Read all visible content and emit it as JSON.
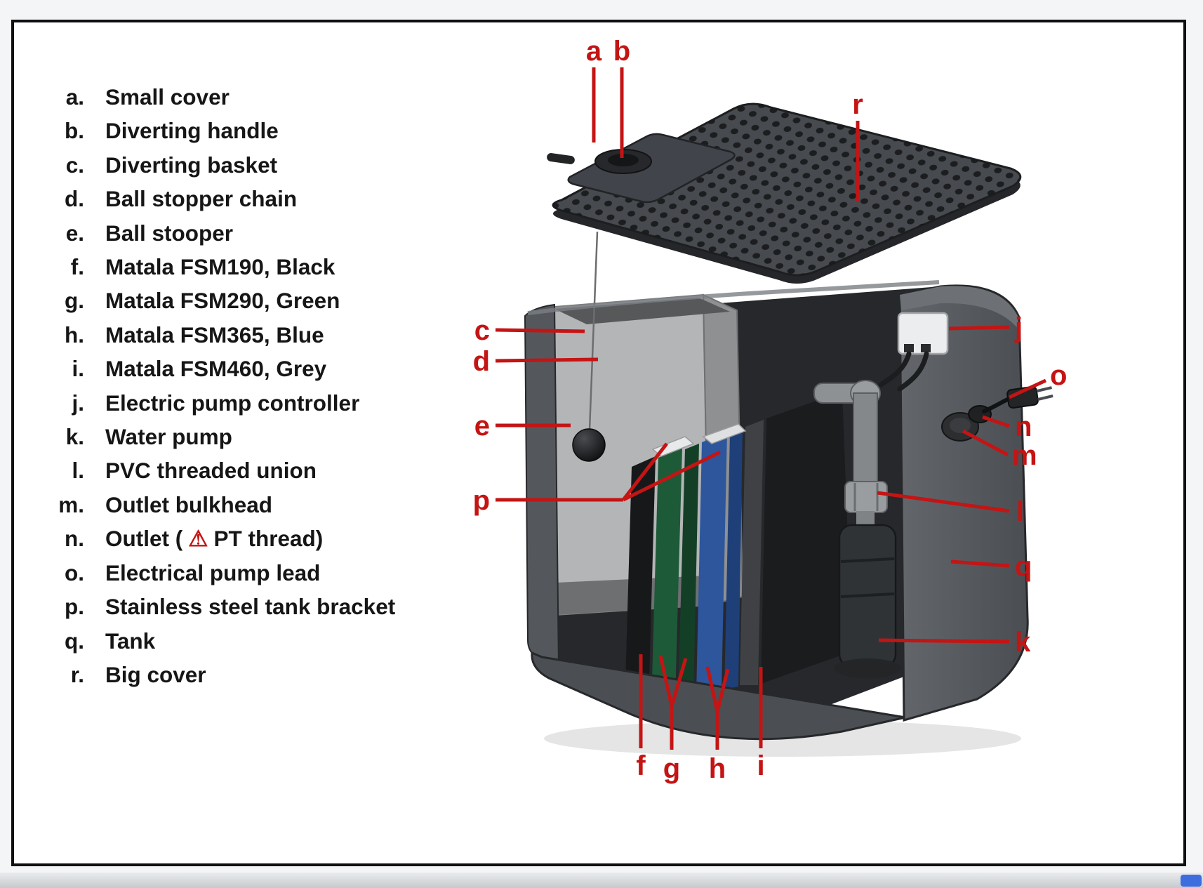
{
  "page": {
    "background": "#ffffff",
    "accent_red": "#c41414"
  },
  "legend": {
    "items": [
      {
        "key": "a.",
        "label": "Small cover"
      },
      {
        "key": "b.",
        "label": "Diverting handle"
      },
      {
        "key": "c.",
        "label": "Diverting basket"
      },
      {
        "key": "d.",
        "label": "Ball stopper chain"
      },
      {
        "key": "e.",
        "label": "Ball stooper"
      },
      {
        "key": "f.",
        "label": "Matala FSM190, Black"
      },
      {
        "key": "g.",
        "label": "Matala FSM290, Green"
      },
      {
        "key": "h.",
        "label": "Matala FSM365, Blue"
      },
      {
        "key": "i.",
        "label": "Matala FSM460, Grey"
      },
      {
        "key": "j.",
        "label": "Electric pump controller"
      },
      {
        "key": "k.",
        "label": "Water pump"
      },
      {
        "key": "l.",
        "label": "PVC threaded union"
      },
      {
        "key": "m.",
        "label": "Outlet bulkhead"
      },
      {
        "key": "n.",
        "label_pre": "Outlet (",
        "warning_icon": "⚠",
        "label_post": "PT thread)"
      },
      {
        "key": "o.",
        "label": "Electrical pump lead"
      },
      {
        "key": "p.",
        "label": "Stainless steel tank bracket"
      },
      {
        "key": "q.",
        "label": "Tank"
      },
      {
        "key": "r.",
        "label": "Big cover"
      }
    ]
  },
  "callouts": {
    "a": "a",
    "b": "b",
    "c": "c",
    "d": "d",
    "e": "e",
    "f": "f",
    "g": "g",
    "h": "h",
    "i": "i",
    "j": "j",
    "k": "k",
    "l": "l",
    "m": "m",
    "n": "n",
    "o": "o",
    "p": "p",
    "q": "q",
    "r": "r"
  }
}
